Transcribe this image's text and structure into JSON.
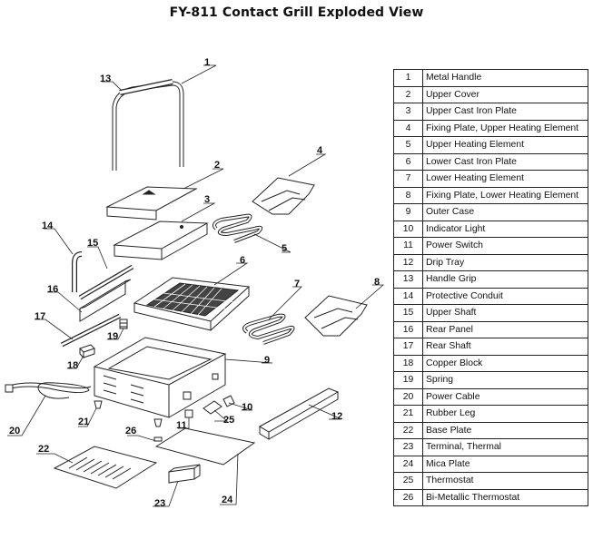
{
  "title": "FY-811 Contact Grill Exploded View",
  "callouts": [
    "1",
    "2",
    "3",
    "4",
    "5",
    "6",
    "7",
    "8",
    "9",
    "10",
    "11",
    "12",
    "13",
    "14",
    "15",
    "16",
    "17",
    "18",
    "19",
    "20",
    "21",
    "22",
    "23",
    "24",
    "25",
    "26"
  ],
  "parts": [
    {
      "no": "1",
      "name": "Metal Handle"
    },
    {
      "no": "2",
      "name": "Upper Cover"
    },
    {
      "no": "3",
      "name": "Upper Cast Iron Plate"
    },
    {
      "no": "4",
      "name": "Fixing Plate, Upper Heating Element"
    },
    {
      "no": "5",
      "name": "Upper Heating Element"
    },
    {
      "no": "6",
      "name": "Lower Cast Iron Plate"
    },
    {
      "no": "7",
      "name": "Lower Heating Element"
    },
    {
      "no": "8",
      "name": "Fixing Plate, Lower Heating Element"
    },
    {
      "no": "9",
      "name": "Outer Case"
    },
    {
      "no": "10",
      "name": "Indicator Light"
    },
    {
      "no": "11",
      "name": "Power Switch"
    },
    {
      "no": "12",
      "name": "Drip Tray"
    },
    {
      "no": "13",
      "name": "Handle Grip"
    },
    {
      "no": "14",
      "name": "Protective Conduit"
    },
    {
      "no": "15",
      "name": "Upper Shaft"
    },
    {
      "no": "16",
      "name": "Rear Panel"
    },
    {
      "no": "17",
      "name": "Rear Shaft"
    },
    {
      "no": "18",
      "name": "Copper Block"
    },
    {
      "no": "19",
      "name": "Spring"
    },
    {
      "no": "20",
      "name": "Power Cable"
    },
    {
      "no": "21",
      "name": "Rubber Leg"
    },
    {
      "no": "22",
      "name": "Base Plate"
    },
    {
      "no": "23",
      "name": "Terminal, Thermal"
    },
    {
      "no": "24",
      "name": "Mica Plate"
    },
    {
      "no": "25",
      "name": "Thermostat"
    },
    {
      "no": "26",
      "name": "Bi-Metallic Thermostat"
    }
  ]
}
